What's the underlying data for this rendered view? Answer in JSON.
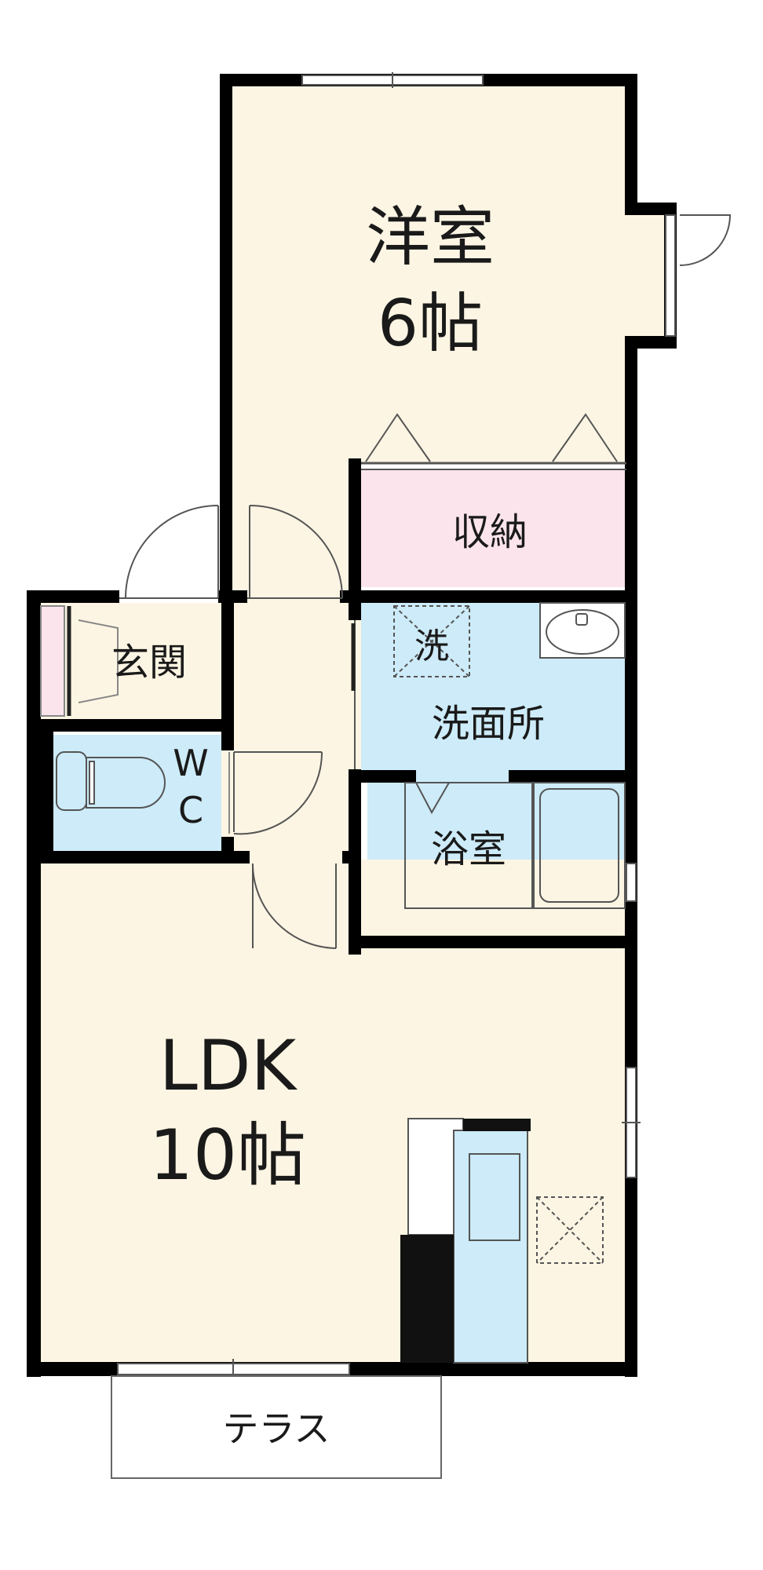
{
  "rooms": {
    "western": {
      "name": "洋室",
      "size": "6帖"
    },
    "storage": {
      "name": "収納"
    },
    "entrance": {
      "name": "玄関"
    },
    "washroom": {
      "name": "洗面所"
    },
    "washer": {
      "name": "洗"
    },
    "wc": {
      "name_w": "W",
      "name_c": "C"
    },
    "bath": {
      "name": "浴室"
    },
    "ldk": {
      "name": "LDK",
      "size": "10帖"
    },
    "terrace": {
      "name": "テラス"
    }
  },
  "colors": {
    "wall": "#000000",
    "living": "#fdf5e3",
    "storage": "#fbe4ec",
    "water": "#cdebf8",
    "line": "#555555",
    "terrace": "#ffffff"
  }
}
